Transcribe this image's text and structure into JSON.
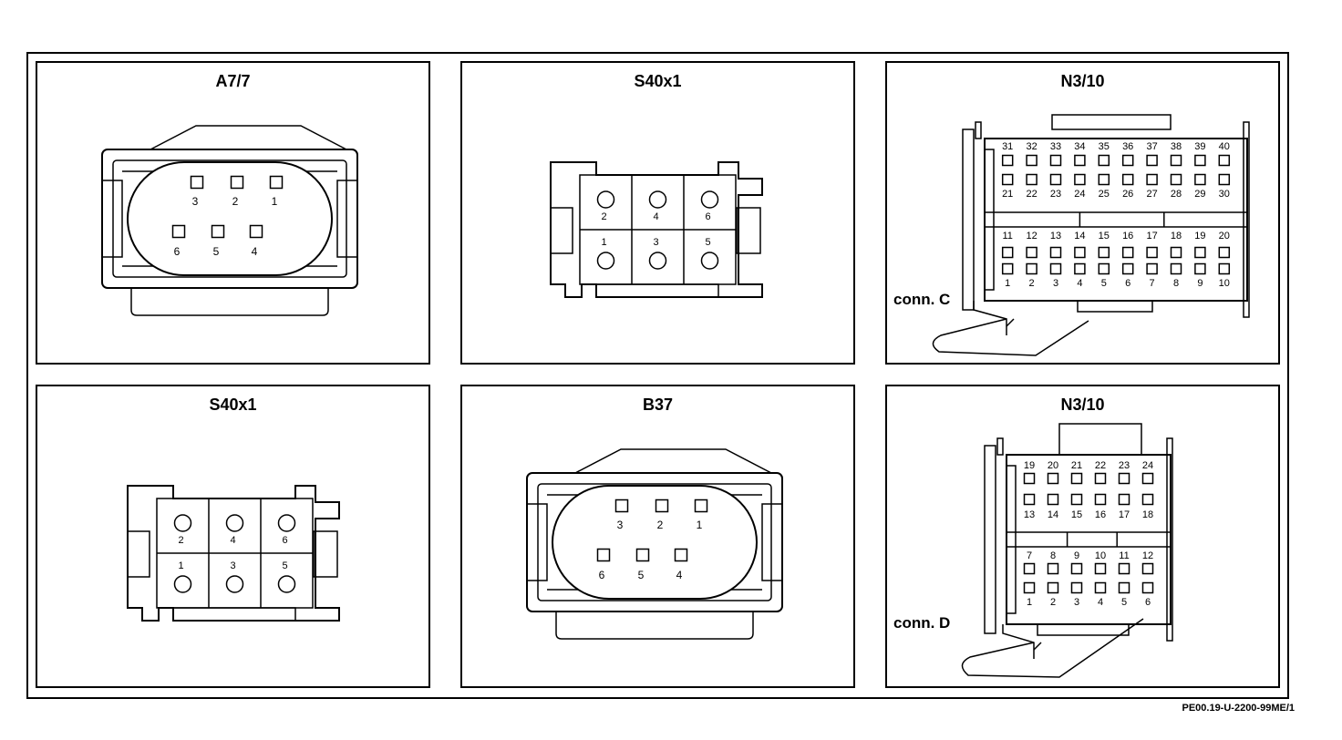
{
  "document_id": "PE00.19-U-2200-99ME/1",
  "panels": [
    {
      "title": "A7/7",
      "type": "oval6",
      "pins_top": [
        "3",
        "2",
        "1"
      ],
      "pins_bottom": [
        "6",
        "5",
        "4"
      ]
    },
    {
      "title": "S40x1",
      "type": "rect6",
      "pins_top": [
        "2",
        "4",
        "6"
      ],
      "pins_bottom": [
        "1",
        "3",
        "5"
      ]
    },
    {
      "title": "N3/10",
      "type": "multi40",
      "label": "conn. C",
      "rows": [
        [
          "31",
          "32",
          "33",
          "34",
          "35",
          "36",
          "37",
          "38",
          "39",
          "40"
        ],
        [
          "21",
          "22",
          "23",
          "24",
          "25",
          "26",
          "27",
          "28",
          "29",
          "30"
        ],
        [
          "11",
          "12",
          "13",
          "14",
          "15",
          "16",
          "17",
          "18",
          "19",
          "20"
        ],
        [
          "1",
          "2",
          "3",
          "4",
          "5",
          "6",
          "7",
          "8",
          "9",
          "10"
        ]
      ]
    },
    {
      "title": "S40x1",
      "type": "rect6",
      "pins_top": [
        "2",
        "4",
        "6"
      ],
      "pins_bottom": [
        "1",
        "3",
        "5"
      ]
    },
    {
      "title": "B37",
      "type": "oval6",
      "pins_top": [
        "3",
        "2",
        "1"
      ],
      "pins_bottom": [
        "6",
        "5",
        "4"
      ]
    },
    {
      "title": "N3/10",
      "type": "multi24",
      "label": "conn. D",
      "rows": [
        [
          "19",
          "20",
          "21",
          "22",
          "23",
          "24"
        ],
        [
          "13",
          "14",
          "15",
          "16",
          "17",
          "18"
        ],
        [
          "7",
          "8",
          "9",
          "10",
          "11",
          "12"
        ],
        [
          "1",
          "2",
          "3",
          "4",
          "5",
          "6"
        ]
      ]
    }
  ]
}
